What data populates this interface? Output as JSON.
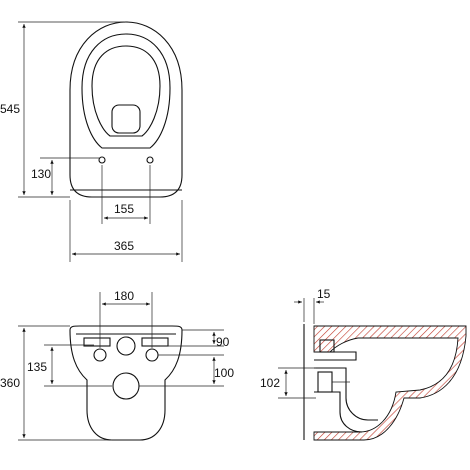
{
  "dimensions": {
    "top_height": "545",
    "top_mount_height": "130",
    "top_hole_spacing": "155",
    "top_width": "365",
    "rear_hole_spacing": "180",
    "rear_height": "360",
    "rear_center_height": "135",
    "rear_upper_offset": "90",
    "rear_lower_offset": "100",
    "side_wall_thickness": "15",
    "side_outlet_height": "102"
  },
  "colors": {
    "line": "#111111",
    "hatch": "#c0392b"
  }
}
